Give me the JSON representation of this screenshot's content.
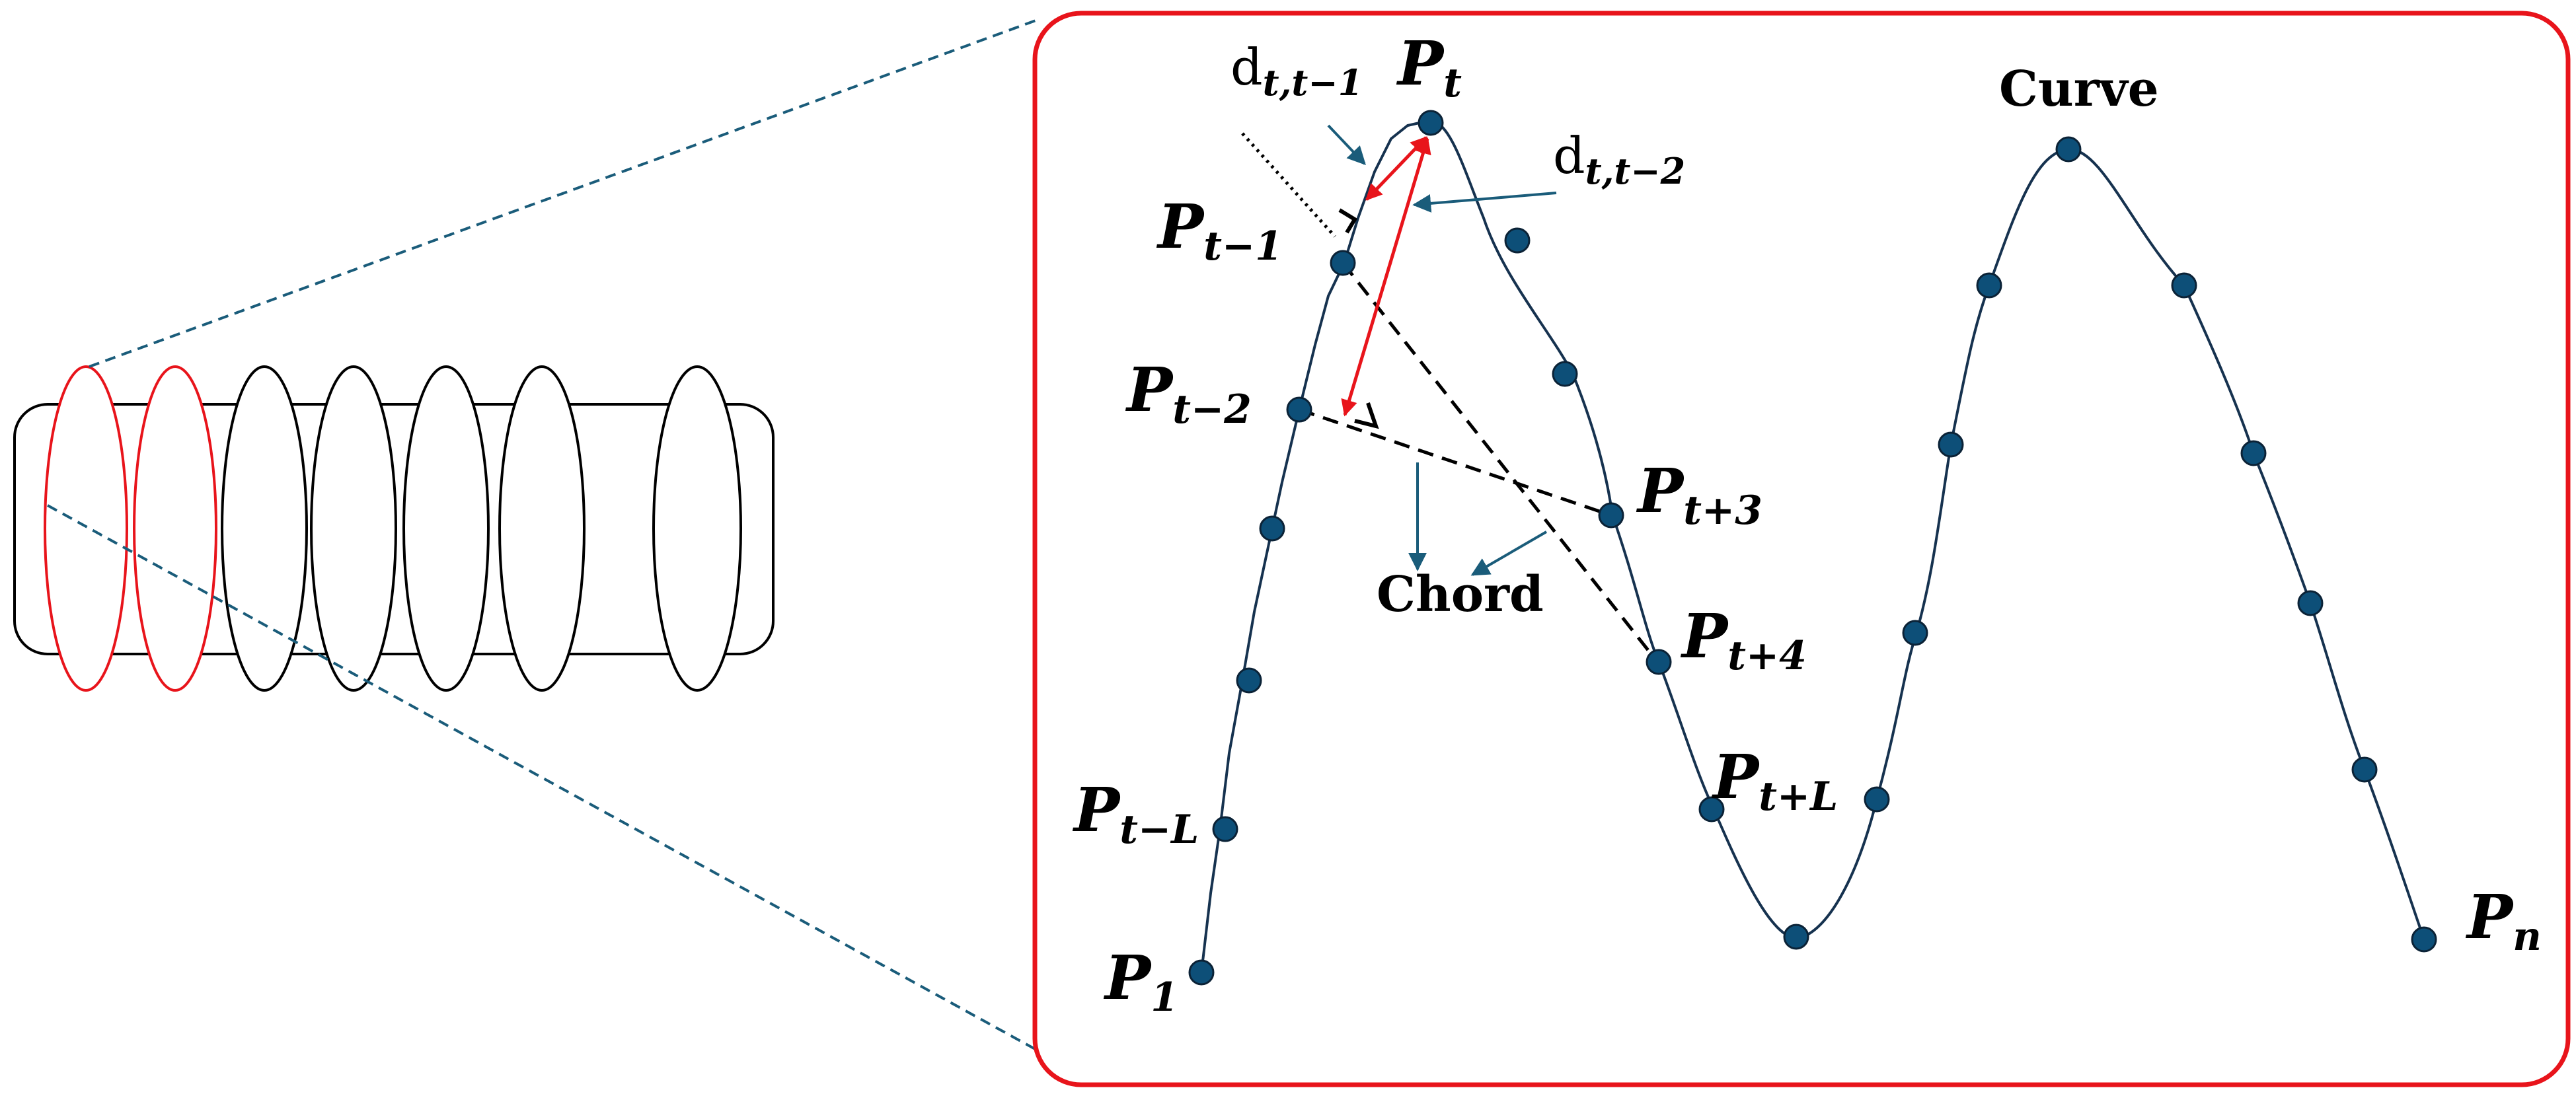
{
  "colors": {
    "frame": "#e8141b",
    "highlight_ellipse": "#e8141b",
    "point_fill": "#0d4f78",
    "curve": "#16324f",
    "guide_dash": "#1a5c7a",
    "arrow_blue": "#1a5c7a",
    "distance_arrow": "#e8141b"
  },
  "labels": {
    "curve": "Curve",
    "chord": "Chord",
    "p1": {
      "base": "P",
      "sub": "1"
    },
    "pn": {
      "base": "P",
      "sub": "n"
    },
    "pt": {
      "base": "P",
      "sub": "t"
    },
    "pt_minus_1": {
      "base": "P",
      "sub": "t−1"
    },
    "pt_minus_2": {
      "base": "P",
      "sub": "t−2"
    },
    "pt_minus_L": {
      "base": "P",
      "sub": "t−L"
    },
    "pt_plus_3": {
      "base": "P",
      "sub": "t+3"
    },
    "pt_plus_4": {
      "base": "P",
      "sub": "t+4"
    },
    "pt_plus_L": {
      "base": "P",
      "sub": "t+L"
    },
    "d_t_t1": {
      "base": "d",
      "sub": "t,t−1"
    },
    "d_t_t2": {
      "base": "d",
      "sub": "t,t−2"
    }
  },
  "icons": {
    "left_shape": "cylinder-with-slices-icon",
    "right_angle_marker": "right-angle-icon"
  }
}
